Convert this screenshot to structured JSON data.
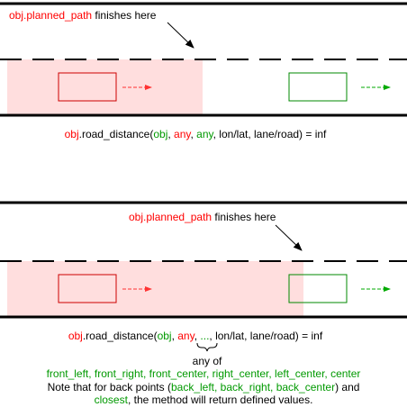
{
  "colors": {
    "highlight_fill": "#ffdede",
    "ego_box": "#cc0000",
    "other_box": "#008800",
    "ego_arrow": "#ff3333",
    "other_arrow": "#00aa00",
    "road_line": "#000000",
    "red_text": "#ff0000",
    "green_text": "#009900"
  },
  "top": {
    "annotation": {
      "obj_ref": "obj.planned_path",
      "rest": " finishes here"
    },
    "formula": {
      "prefix": "obj",
      "method": ".road_distance(",
      "arg1": "obj",
      "sep1": ", ",
      "arg2": "any",
      "sep2": ", ",
      "arg3": "any",
      "tail": ", lon/lat, lane/road) = inf"
    }
  },
  "bottom": {
    "annotation": {
      "obj_ref": "obj.planned_path",
      "rest": " finishes here"
    },
    "formula": {
      "prefix": "obj",
      "method": ".road_distance(",
      "arg1": "obj",
      "sep1": ", ",
      "arg2": "any",
      "sep2": ", ",
      "arg3": "...",
      "tail": ", lon/lat, lane/road) = inf"
    },
    "any_of": "any of",
    "options": "front_left, front_right, front_center, right_center, left_center, center",
    "note": {
      "part1": "Note that for back points (",
      "points": "back_left, back_right, back_center",
      "part2": ") and",
      "closest": "closest",
      "part3": ", the method will return defined values."
    }
  }
}
